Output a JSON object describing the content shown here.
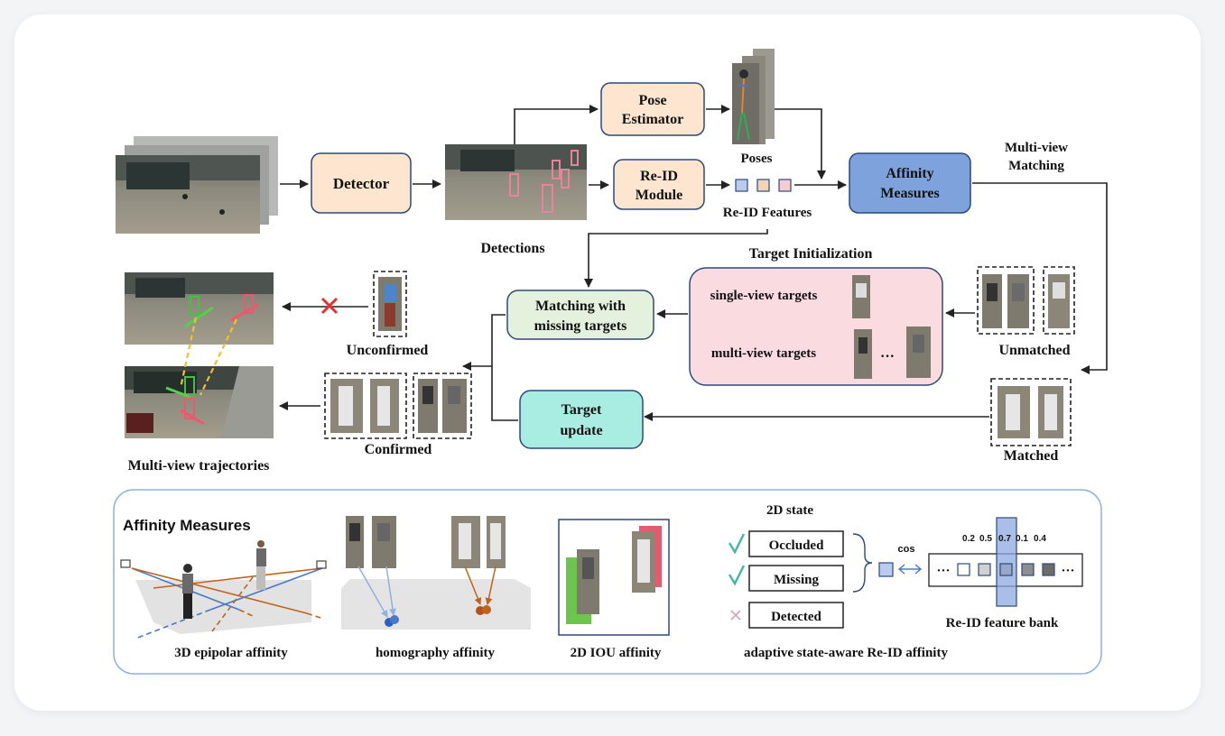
{
  "colors": {
    "peach": "#fde5d0",
    "blue": "#7ea3dc",
    "green_box": "#e4f2dd",
    "pink_box": "#fadbe0",
    "teal_box": "#a9ece2",
    "panel_border": "#8fb2e0",
    "arrow": "#222222",
    "red_x": "#e53030",
    "check": "#3fb8a6"
  },
  "nodes": {
    "detector": "Detector",
    "pose_estimator_1": "Pose",
    "pose_estimator_2": "Estimator",
    "reid_module_1": "Re-ID",
    "reid_module_2": "Module",
    "affinity_measures_1": "Affinity",
    "affinity_measures_2": "Measures",
    "matching_missing_1": "Matching with",
    "matching_missing_2": "missing targets",
    "target_update_1": "Target",
    "target_update_2": "update"
  },
  "labels": {
    "poses": "Poses",
    "reid_features": "Re-ID Features",
    "detections": "Detections",
    "multiview_matching_1": "Multi-view",
    "multiview_matching_2": "Matching",
    "target_initialization": "Target Initialization",
    "single_view_targets": "single-view targets",
    "multi_view_targets": "multi-view targets",
    "ellipsis": "···",
    "unmatched": "Unmatched",
    "matched": "Matched",
    "unconfirmed": "Unconfirmed",
    "confirmed": "Confirmed",
    "multiview_trajectories": "Multi-view trajectories"
  },
  "affinity_panel": {
    "title": "Affinity Measures",
    "epipolar": "3D epipolar affinity",
    "homography": "homography affinity",
    "iou": "2D IOU affinity",
    "state_aware": "adaptive state-aware Re-ID affinity",
    "state_title": "2D state",
    "states": [
      "Occluded",
      "Missing",
      "Detected"
    ],
    "cos": "cos",
    "bank_values": [
      "0.2",
      "0.5",
      "0.7",
      "0.1",
      "0.4"
    ],
    "bank_label": "Re-ID feature bank",
    "bank_dots_left": "···",
    "bank_dots_right": "···"
  }
}
